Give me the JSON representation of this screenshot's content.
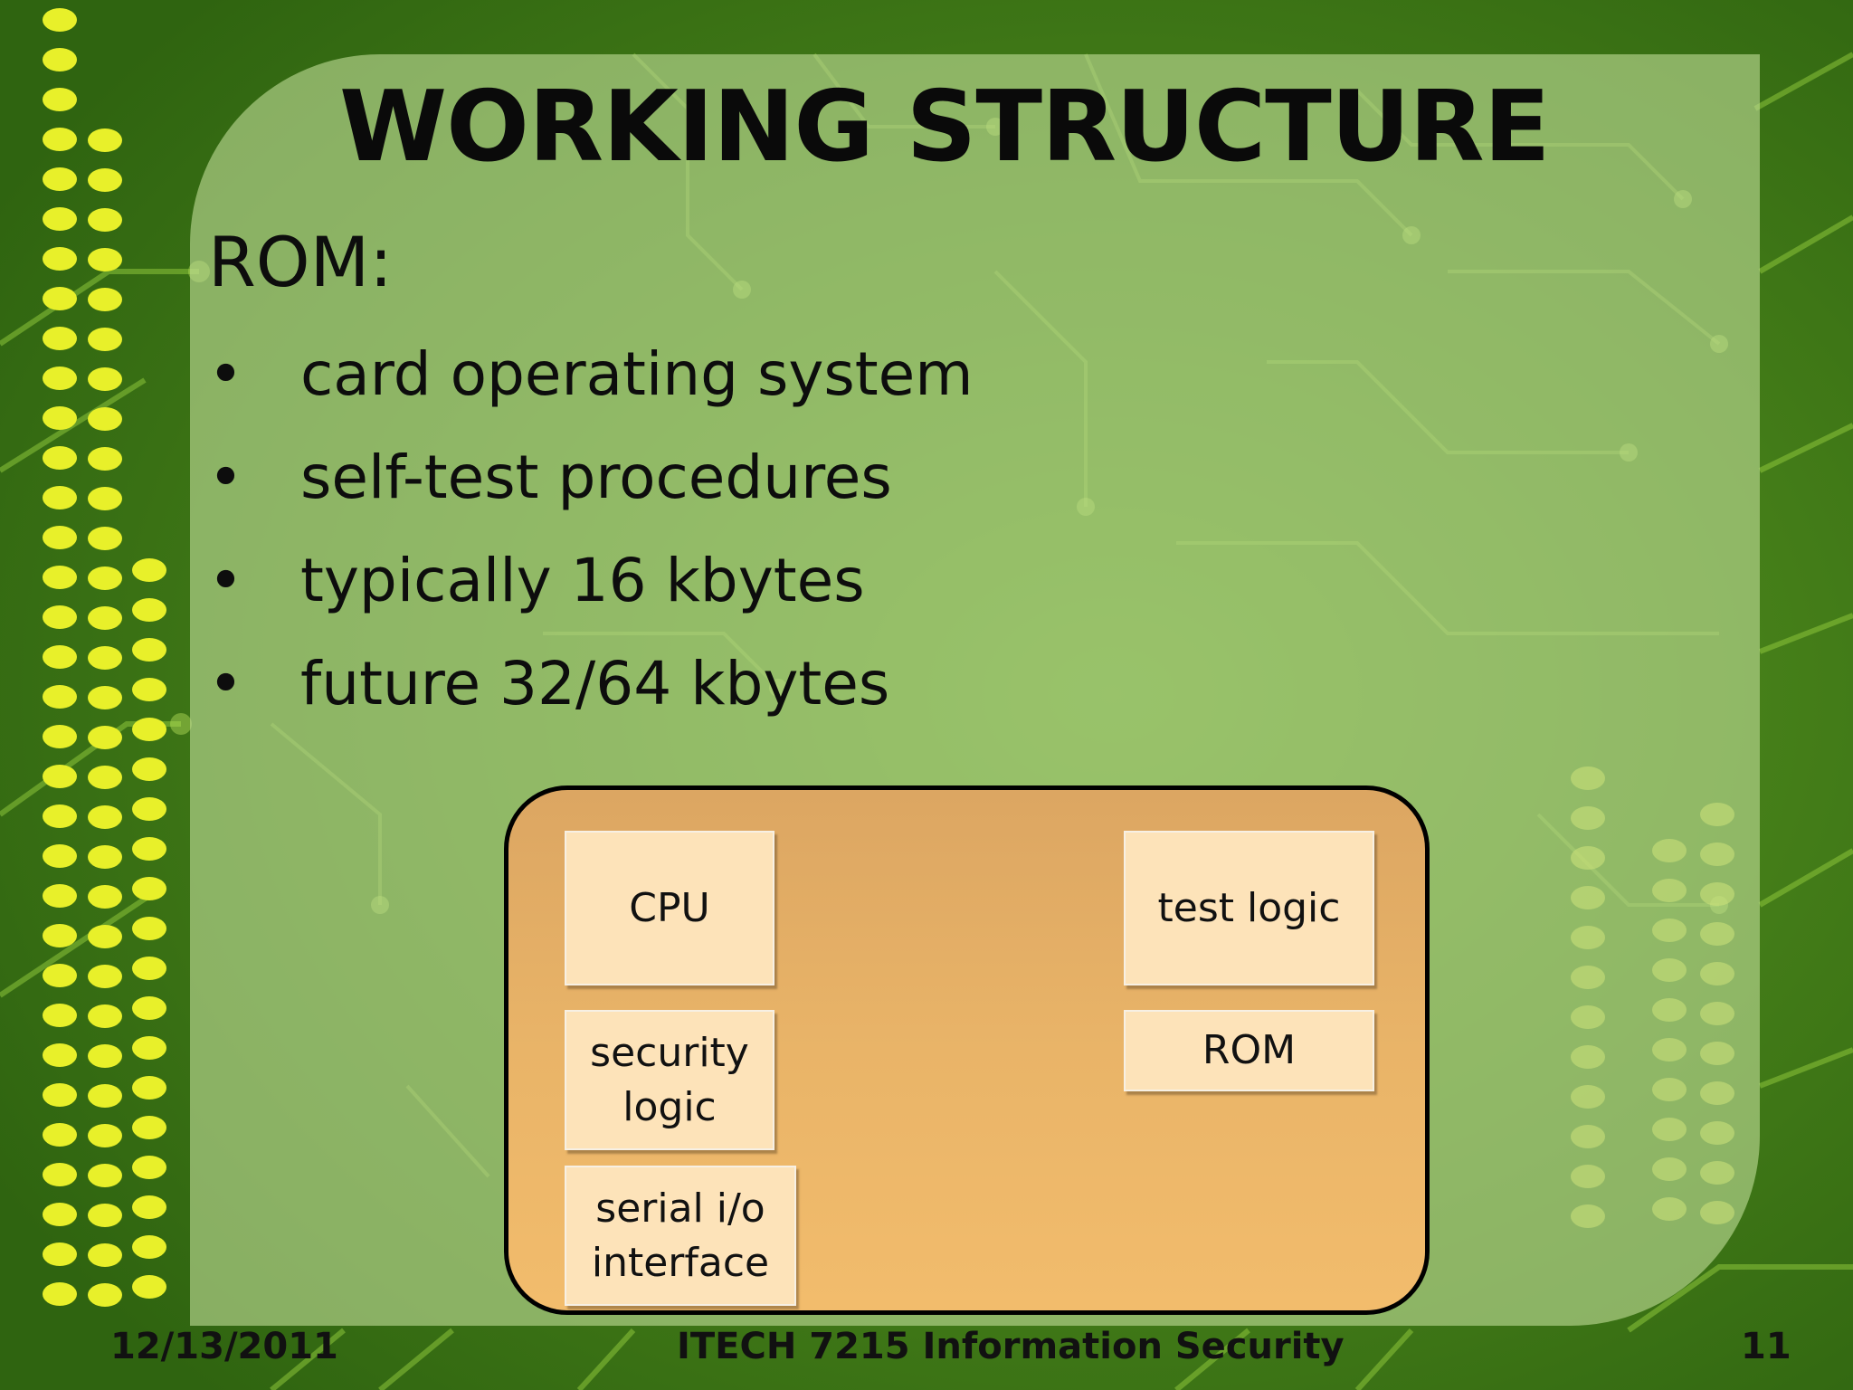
{
  "slide": {
    "title": "WORKING STRUCTURE",
    "subheading": "ROM:",
    "bullets": [
      "card operating system",
      "self-test procedures",
      "typically 16 kbytes",
      "future 32/64 kbytes"
    ],
    "bullet_glyph": "•"
  },
  "diagram": {
    "blocks": {
      "cpu": "CPU",
      "test_logic": "test logic",
      "security_logic_line1": "security",
      "security_logic_line2": "logic",
      "rom": "ROM",
      "serial_io_line1": "serial i/o",
      "serial_io_line2": "interface"
    }
  },
  "footer": {
    "date": "12/13/2011",
    "course": "ITECH 7215 Information Security",
    "page_number": "11"
  },
  "colors": {
    "background": "#3f7a14",
    "panel": "#bedc96",
    "chip_fill": "#e9b468",
    "block_fill": "#fde3b9",
    "dots": "#e8f02a"
  }
}
